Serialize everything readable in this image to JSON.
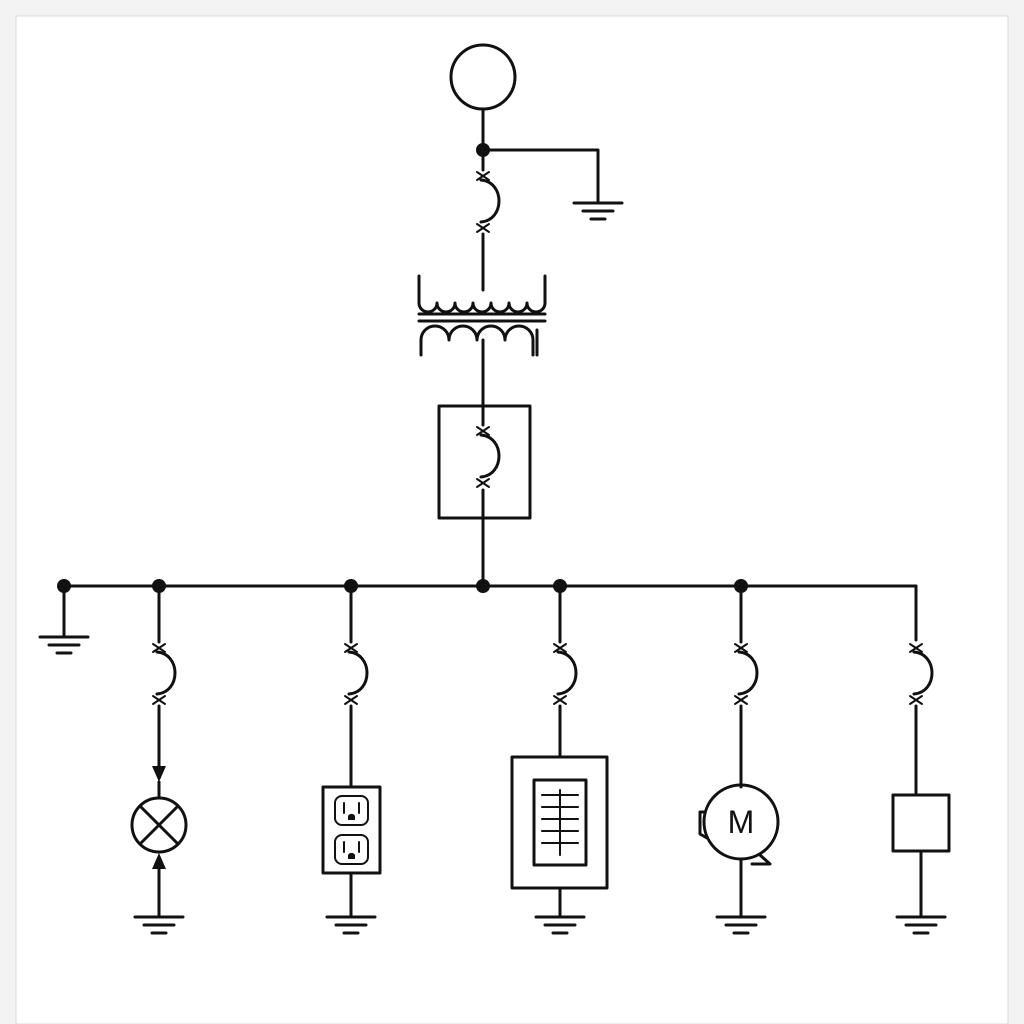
{
  "diagram": {
    "motor_label": "M",
    "colors": {
      "background": "#f3f3f3",
      "panel": "#ffffff",
      "line": "#111111"
    },
    "symbols": {
      "source": "ac-source-circle",
      "transformer": "transformer",
      "main_breaker": "enclosed-circuit-breaker",
      "bus": "main-bus",
      "grounds": [
        "ground-source",
        "ground-bus",
        "ground-lamp",
        "ground-outlet",
        "ground-panel",
        "ground-motor"
      ]
    },
    "branches": [
      {
        "id": "lamp",
        "load": "lamp-icon"
      },
      {
        "id": "outlet",
        "load": "outlet-icon"
      },
      {
        "id": "panel",
        "load": "panel-icon"
      },
      {
        "id": "motor",
        "load": "motor-icon"
      },
      {
        "id": "box",
        "load": "load-box"
      }
    ]
  }
}
